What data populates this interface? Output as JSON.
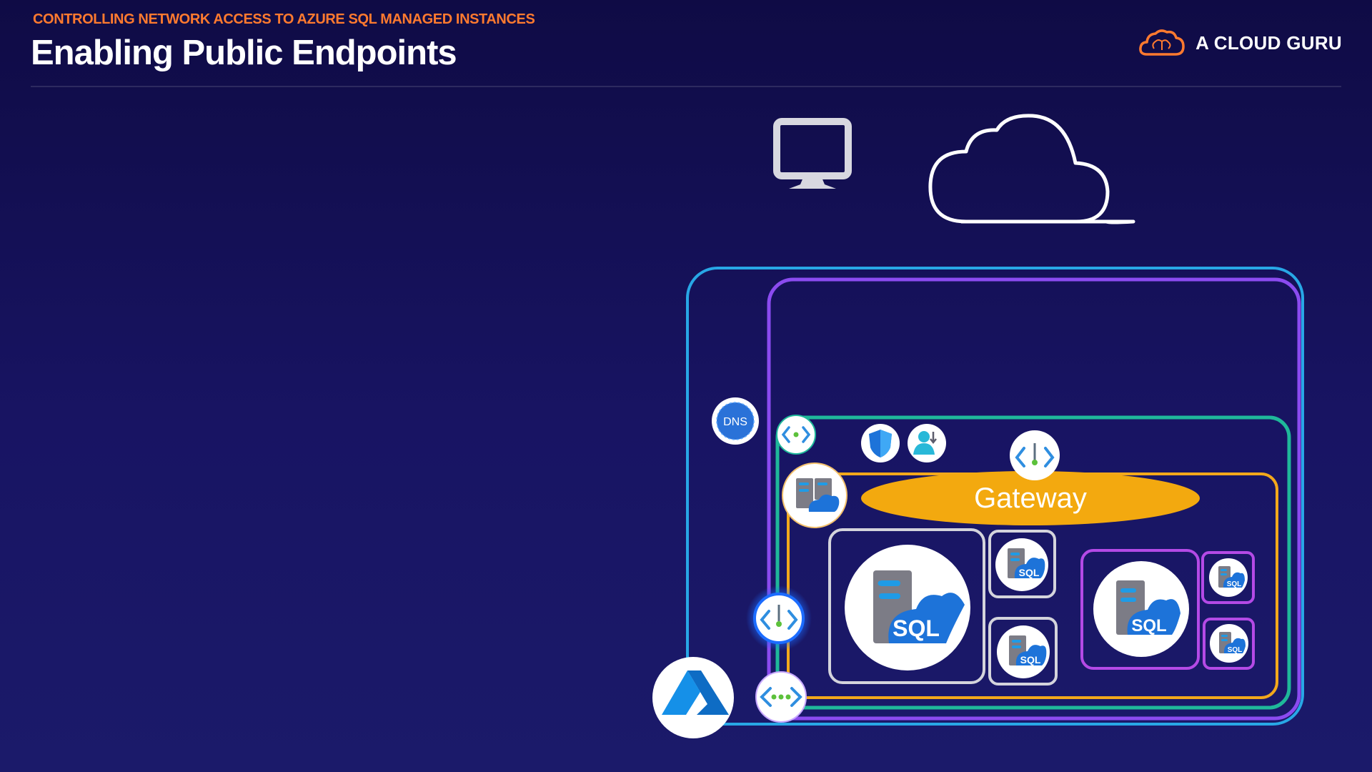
{
  "header": {
    "eyebrow": "CONTROLLING NETWORK ACCESS TO AZURE SQL MANAGED INSTANCES",
    "title": "Enabling Public Endpoints"
  },
  "brand": {
    "name": "A CLOUD GURU",
    "icon": "cloud-brain-logo-icon"
  },
  "diagram": {
    "dns_label": "DNS",
    "gateway_label": "Gateway",
    "sql_label": "SQL",
    "icons": [
      "monitor-icon",
      "cloud-icon",
      "dns-icon",
      "private-endpoint-icon",
      "shield-icon",
      "user-icon",
      "network-interface-icon",
      "server-cloud-icon",
      "sql-managed-instance-icon",
      "azure-logo-icon",
      "virtual-network-icon"
    ]
  },
  "colors": {
    "accent_orange": "#ff7a2f",
    "border_cyan": "#28a7e6",
    "border_purple": "#8b4bf0",
    "border_teal": "#1fb89a",
    "border_gold": "#f3a81b",
    "gateway_fill": "#f3a90f",
    "border_magenta": "#b44ae6"
  }
}
